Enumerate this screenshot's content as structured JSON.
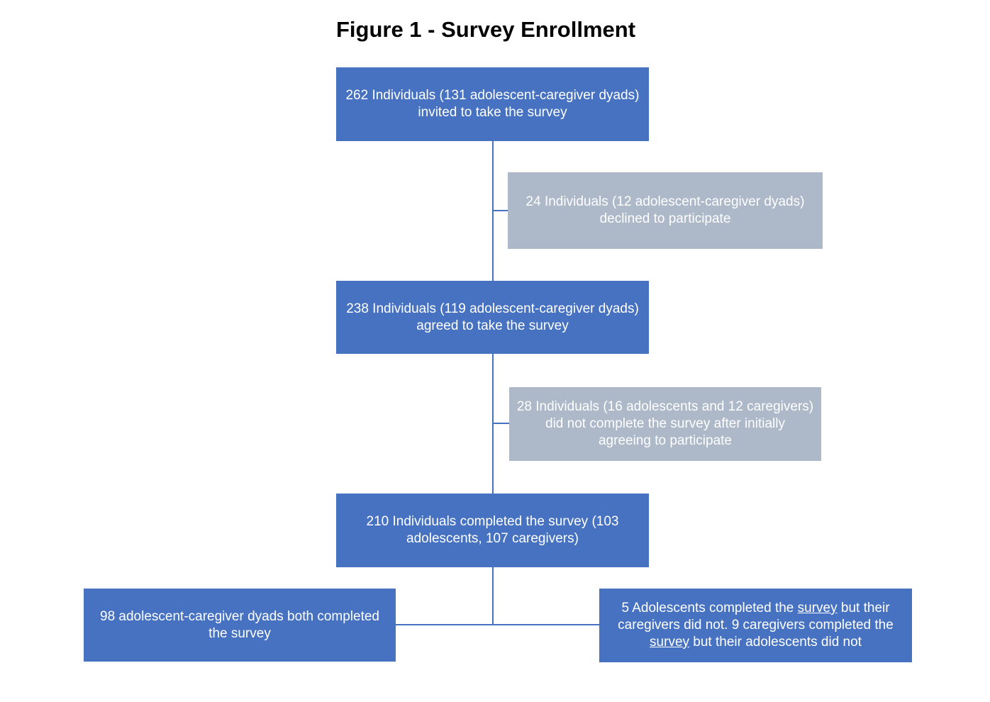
{
  "title": "Figure 1 - Survey Enrollment",
  "colors": {
    "main_box": "#4672c1",
    "side_box": "#adb8c9",
    "connector": "#4672c1",
    "text_on_box": "#ffffff"
  },
  "boxes": {
    "invited": {
      "line1": "262 Individuals (131 adolescent-caregiver dyads)",
      "line2": "invited to take the survey"
    },
    "declined": {
      "line1": "24 Individuals (12 adolescent-caregiver dyads)",
      "line2": "declined to participate"
    },
    "agreed": {
      "line1": "238 Individuals (119 adolescent-caregiver dyads)",
      "line2": "agreed to take the survey"
    },
    "not_completed": {
      "line1": "28 Individuals (16 adolescents and 12 caregivers)",
      "line2": "did not complete the survey after initially",
      "line3": "agreeing to participate"
    },
    "completed": {
      "line1": "210 Individuals completed the survey (103",
      "line2": "adolescents, 107 caregivers)"
    },
    "dyads_completed": {
      "line1": "98 adolescent-caregiver dyads both completed",
      "line2": "the survey"
    },
    "partial": {
      "l1_a": "5 Adolescents completed the ",
      "l1_b": "survey",
      "l1_c": " but their",
      "line2": "caregivers did not. 9 caregivers completed the",
      "l3_a": "survey",
      "l3_b": " but their adolescents did not"
    }
  }
}
